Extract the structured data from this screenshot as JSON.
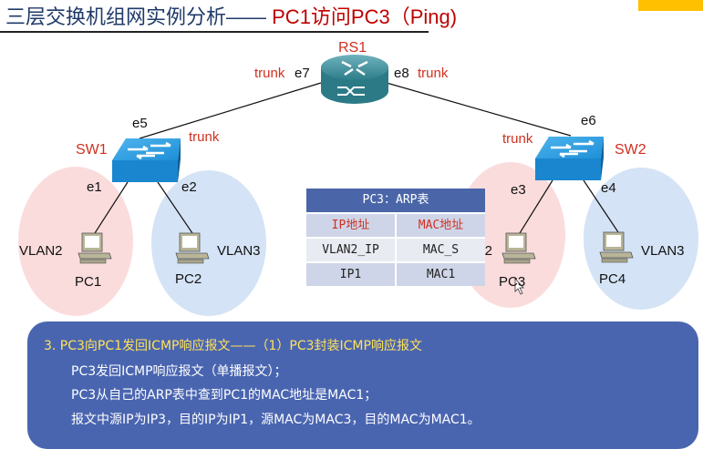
{
  "slide": {
    "title_main": "三层交换机组网实例分析——",
    "title_sub": " PC1访问PC3（Ping)",
    "accent_color": "#ffc000"
  },
  "diagram": {
    "router": {
      "name": "RS1",
      "icon": "router-icon",
      "port_left": "e7",
      "port_right": "e8",
      "trunk_left": "trunk",
      "trunk_right": "trunk"
    },
    "switches": [
      {
        "name": "SW1",
        "icon": "switch-icon",
        "uplink_port": "e5",
        "uplink_mode": "trunk",
        "port_a": "e1",
        "port_b": "e2"
      },
      {
        "name": "SW2",
        "icon": "switch-icon",
        "uplink_port": "e6",
        "uplink_mode": "trunk",
        "port_a": "e3",
        "port_b": "e4"
      }
    ],
    "hosts": [
      {
        "name": "PC1",
        "vlan": "VLAN2",
        "icon": "pc-icon"
      },
      {
        "name": "PC2",
        "vlan": "VLAN3",
        "icon": "pc-icon"
      },
      {
        "name": "PC3",
        "vlan": "VLAN2",
        "icon": "pc-icon"
      },
      {
        "name": "PC4",
        "vlan": "VLAN3",
        "icon": "pc-icon"
      }
    ],
    "vlan_colors": {
      "VLAN2": "#fbdcdc",
      "VLAN3": "#d4e3f5"
    }
  },
  "arp_table": {
    "title": "PC3：ARP表",
    "headers": [
      "IP地址",
      "MAC地址"
    ],
    "rows": [
      [
        "VLAN2_IP",
        "MAC_S"
      ],
      [
        "IP1",
        "MAC1"
      ]
    ]
  },
  "info_box": {
    "heading": "3.  PC3向PC1发回ICMP响应报文——（1）PC3封装ICMP响应报文",
    "lines": [
      "PC3发回ICMP响应报文（单播报文）；",
      "PC3从自己的ARP表中查到PC1的MAC地址是MAC1；",
      "报文中源IP为IP3，目的IP为IP1，源MAC为MAC3，目的MAC为MAC1。"
    ]
  }
}
